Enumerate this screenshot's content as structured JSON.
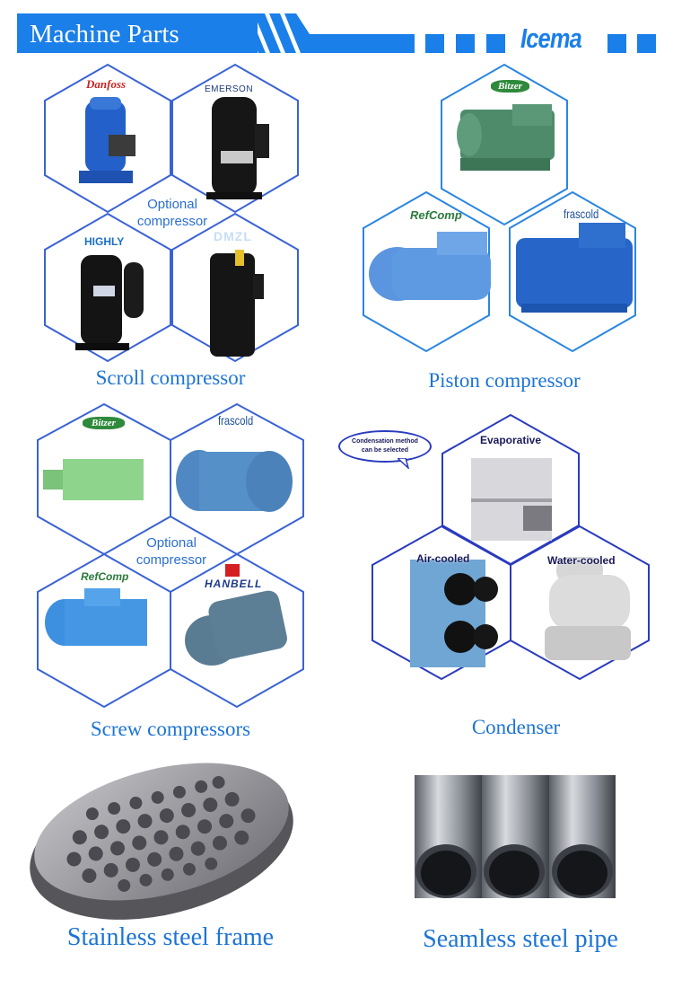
{
  "header": {
    "title": "Machine Parts",
    "brand": "Icema",
    "accent_color": "#1a7fe8"
  },
  "scroll_section": {
    "caption": "Scroll compressor",
    "center_label_line1": "Optional",
    "center_label_line2": "compressor",
    "items": [
      {
        "brand": "Danfoss",
        "product": "blue scroll compressor"
      },
      {
        "brand": "EMERSON",
        "product": "black scroll compressor"
      },
      {
        "brand": "HIGHLY",
        "product": "black rotary compressor"
      },
      {
        "brand": "DMZL",
        "product": "black scroll compressor"
      }
    ]
  },
  "piston_section": {
    "caption": "Piston compressor",
    "items": [
      {
        "brand": "Bitzer",
        "product": "green piston compressor"
      },
      {
        "brand": "RefComp",
        "product": "light blue piston compressor"
      },
      {
        "brand": "frascold",
        "product": "blue piston compressor"
      }
    ]
  },
  "screw_section": {
    "caption": "Screw compressors",
    "center_label_line1": "Optional",
    "center_label_line2": "compressor",
    "items": [
      {
        "brand": "Bitzer",
        "product": "green screw compressor"
      },
      {
        "brand": "frascold",
        "product": "blue screw compressor"
      },
      {
        "brand": "RefComp",
        "product": "blue screw compressor"
      },
      {
        "brand": "HANBELL",
        "product": "grey screw compressor"
      }
    ]
  },
  "condenser_section": {
    "caption": "Condenser",
    "bubble_line1": "Condensation method",
    "bubble_line2": "can be selected",
    "items": [
      {
        "label": "Evaporative"
      },
      {
        "label": "Air-cooled"
      },
      {
        "label": "Water-cooled"
      }
    ]
  },
  "bottom": {
    "frame_caption": "Stainless steel frame",
    "pipe_caption": "Seamless steel pipe"
  }
}
